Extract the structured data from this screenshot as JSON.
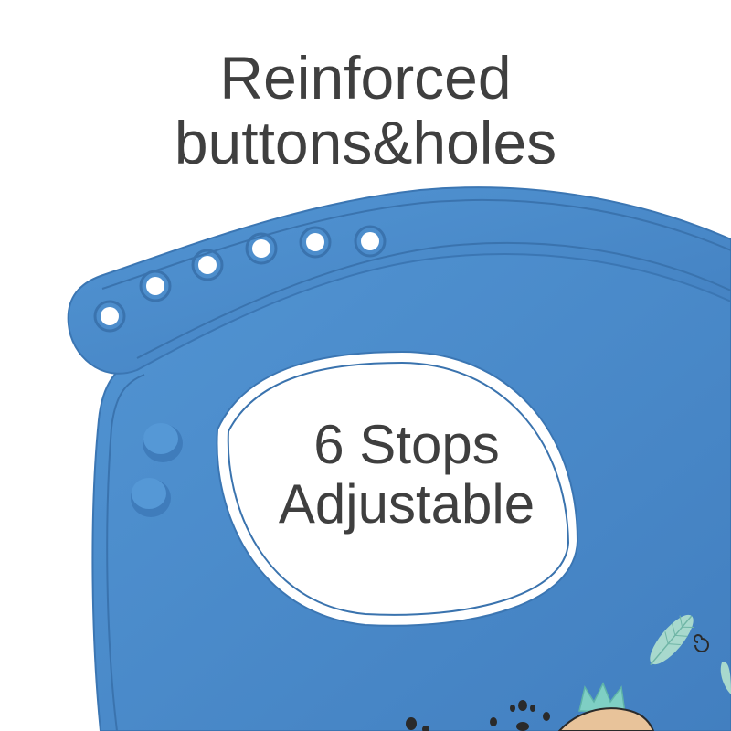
{
  "headline": {
    "line1": "Reinforced",
    "line2": "buttons&holes"
  },
  "feature": {
    "line1": "6 Stops",
    "line2": "Adjustable"
  },
  "colors": {
    "background": "#ffffff",
    "bib": "#4a8acb",
    "bib_edge": "#3c78b5",
    "text": "#3f3f3f",
    "print_leaf": "#9fd4c7",
    "print_crown": "#7fcfc4",
    "print_face": "#e8c39a",
    "print_dark": "#2a2a2a"
  },
  "icons": [
    "strap-hole-icon",
    "snap-button-icon",
    "feather-print-icon",
    "crown-print-icon",
    "swirl-print-icon"
  ]
}
